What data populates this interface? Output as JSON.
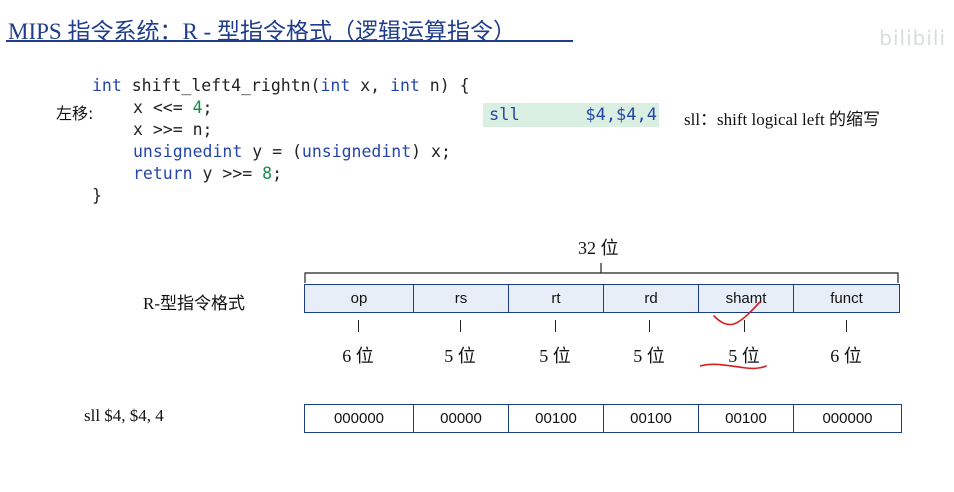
{
  "slide": {
    "title": "MIPS 指令系统：R - 型指令格式（逻辑运算指令）",
    "watermark": "bilibili"
  },
  "code": {
    "line1_kw1": "int",
    "line1_mid": " shift_left4_rightn(",
    "line1_kw2": "int",
    "line1_x": " x, ",
    "line1_kw3": "int",
    "line1_end": " n) {",
    "line2_pre": "x <<= ",
    "line2_num": "4",
    "line2_end": ";",
    "line3": "x >>= n;",
    "line4_kw1": "unsignedint",
    "line4_mid": " y = (",
    "line4_kw2": "unsignedint",
    "line4_end": ") x;",
    "line5_kw": "return",
    "line5_mid": " y >>= ",
    "line5_num": "8",
    "line5_end": ";",
    "line6": "}",
    "left_shift_label": "左移:"
  },
  "asm": {
    "op": "sll",
    "args": "$4,$4,4",
    "note": "sll：shift logical left 的缩写"
  },
  "format": {
    "label": "R-型指令格式",
    "total_bits": "32 位",
    "fields": [
      "op",
      "rs",
      "rt",
      "rd",
      "shamt",
      "funct"
    ],
    "widths": [
      "6 位",
      "5 位",
      "5 位",
      "5 位",
      "5 位",
      "6 位"
    ],
    "example_label": "sll $4, $4, 4",
    "example_bits": [
      "000000",
      "00000",
      "00100",
      "00100",
      "00100",
      "000000"
    ]
  },
  "annotations": {
    "pen_color": "#d42020",
    "accent_blue": "#1f3d8c",
    "highlight_green": "#d9efe2"
  }
}
